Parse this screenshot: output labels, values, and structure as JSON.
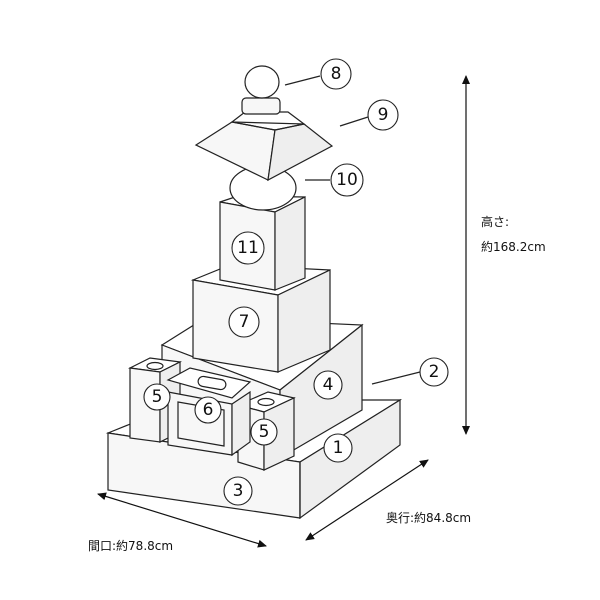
{
  "parts": [
    {
      "id": "1",
      "label": "1"
    },
    {
      "id": "2",
      "label": "2"
    },
    {
      "id": "3",
      "label": "3"
    },
    {
      "id": "4",
      "label": "4"
    },
    {
      "id": "5a",
      "label": "5"
    },
    {
      "id": "5b",
      "label": "5"
    },
    {
      "id": "6",
      "label": "6"
    },
    {
      "id": "7",
      "label": "7"
    },
    {
      "id": "8",
      "label": "8"
    },
    {
      "id": "9",
      "label": "9"
    },
    {
      "id": "10",
      "label": "10"
    },
    {
      "id": "11",
      "label": "11"
    }
  ],
  "dimensions": {
    "height_label": "高さ:",
    "height_value": "約168.2cm",
    "depth_label": "奥行:約84.8cm",
    "width_label": "間口:約78.8cm"
  }
}
